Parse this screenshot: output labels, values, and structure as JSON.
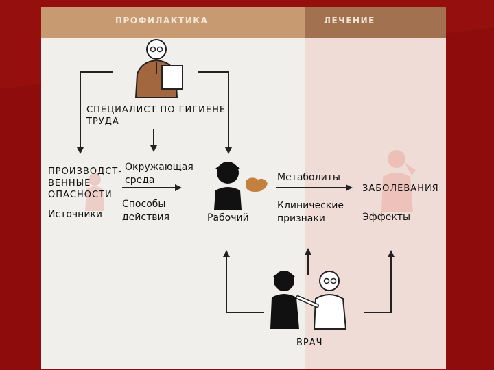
{
  "header": {
    "prevention": "ПРОФИЛАКТИКА",
    "treatment": "ЛЕЧЕНИЕ"
  },
  "nodes": {
    "hygienist": "СПЕЦИАЛИСТ ПО ГИГИЕНЕ\nТРУДА",
    "hazards": "ПРОИЗВОДСТ-\nВЕННЫЕ\nОПАСНОСТИ",
    "sources": "Источники",
    "environment": "Окружающая\nсреда",
    "ways": "Способы\nдействия",
    "worker": "Рабочий",
    "metabolites": "Метаболиты",
    "clinical": "Клинические\nпризнаки",
    "diseases": "ЗАБОЛЕВАНИЯ",
    "effects": "Эффекты",
    "doctor": "ВРАЧ"
  },
  "colors": {
    "background": "#8e0c0c",
    "card": "#f1efec",
    "treatment_zone": "#f0dcd6",
    "header_prevention": "#c79a72",
    "header_treatment": "#a27250",
    "figure_brown": "#a2673f",
    "figure_black": "#111111",
    "figure_pink": "#e9b3aa"
  },
  "icons": [
    "hygienist-figure",
    "worker-figure",
    "patient-figure",
    "doctor-figure",
    "ghost-hazard-figure",
    "ghost-disease-figure"
  ]
}
